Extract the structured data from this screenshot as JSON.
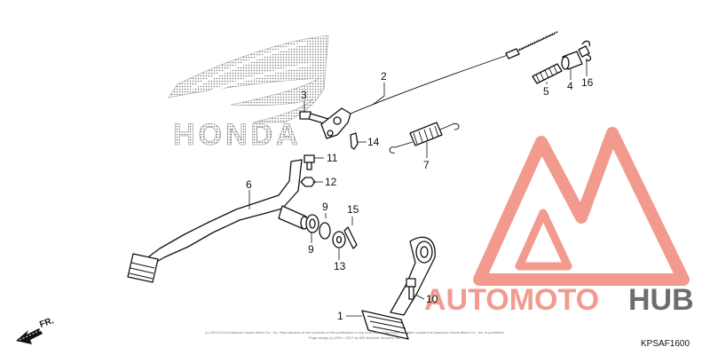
{
  "diagram": {
    "ref_code": "KPSAF1600",
    "direction_label": "FR.",
    "copyright_line1": "(c) 2003-2015 American Honda Motor Co., Inc. Reproduction of the contents of this publication in any form without the express written consent of American Honda Motor Co., Inc. is prohibited.",
    "copyright_line2": "Page design (c) 2004 - 2017 by ARI Network Services, Inc.",
    "parts": [
      {
        "id": "p1",
        "label": "1"
      },
      {
        "id": "p2",
        "label": "2"
      },
      {
        "id": "p3",
        "label": "3"
      },
      {
        "id": "p4",
        "label": "4"
      },
      {
        "id": "p5",
        "label": "5"
      },
      {
        "id": "p6",
        "label": "6"
      },
      {
        "id": "p7",
        "label": "7"
      },
      {
        "id": "p9a",
        "label": "9"
      },
      {
        "id": "p9b",
        "label": "9"
      },
      {
        "id": "p10",
        "label": "10"
      },
      {
        "id": "p11",
        "label": "11"
      },
      {
        "id": "p12",
        "label": "12"
      },
      {
        "id": "p13",
        "label": "13"
      },
      {
        "id": "p14",
        "label": "14"
      },
      {
        "id": "p15",
        "label": "15"
      },
      {
        "id": "p16",
        "label": "16"
      }
    ]
  },
  "watermark": {
    "logo_text": "HONDA",
    "brand_part1": "AUTOMOTO",
    "brand_part2": "HUB",
    "accent_color": "#f29a8e",
    "secondary_color": "#6d6d6d"
  }
}
